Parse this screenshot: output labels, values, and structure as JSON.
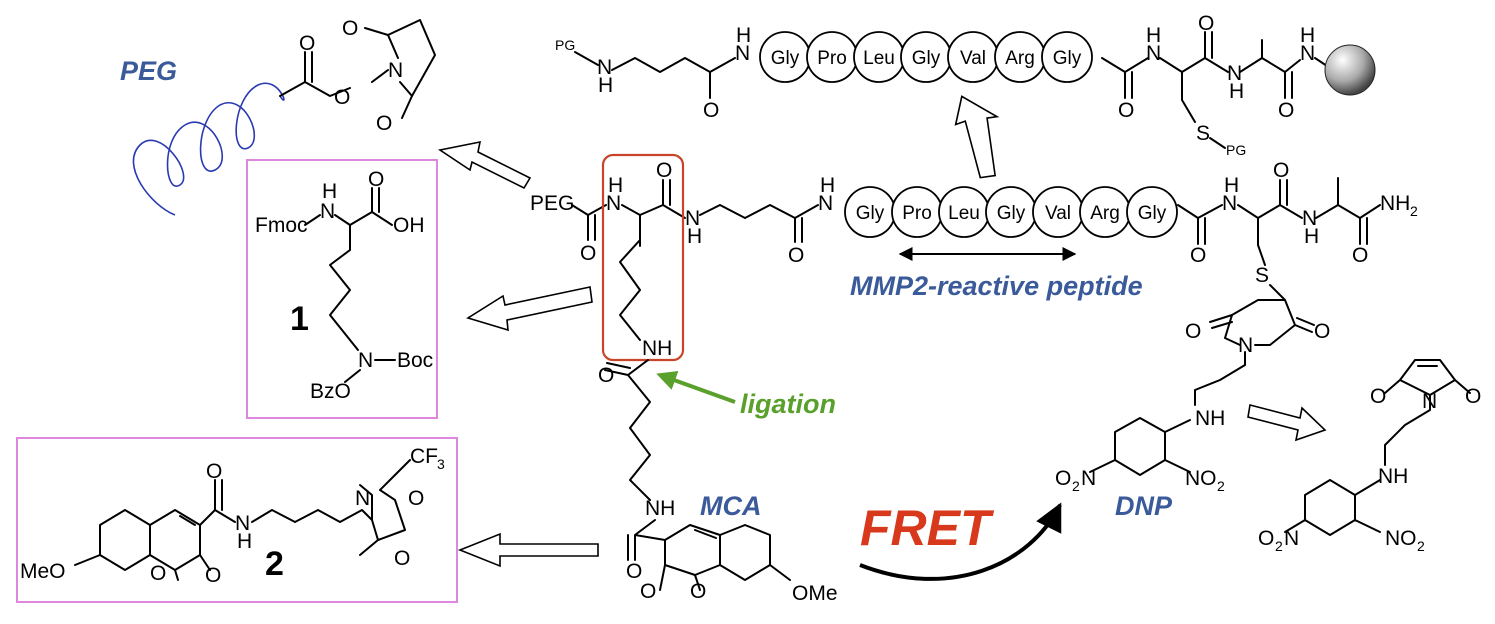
{
  "labels": {
    "peg": "PEG",
    "mmp2": "MMP2-reactive peptide",
    "ligation": "ligation",
    "mca": "MCA",
    "fret": "FRET",
    "dnp": "DNP",
    "compound1": "1",
    "compound2": "2"
  },
  "residues_top": [
    "Gly",
    "Pro",
    "Leu",
    "Gly",
    "Val",
    "Arg",
    "Gly"
  ],
  "residues_mid": [
    "Gly",
    "Pro",
    "Leu",
    "Gly",
    "Val",
    "Arg",
    "Gly"
  ],
  "atoms": {
    "pg": "PG",
    "h": "H",
    "n": "N",
    "o": "O",
    "s": "S",
    "peg": "PEG",
    "nh": "NH",
    "nh2": "NH",
    "nh2_sub": "2",
    "fmoc": "Fmoc",
    "oh": "OH",
    "boc": "Boc",
    "bzo": "BzO",
    "meo": "MeO",
    "ome": "OMe",
    "cf3": "CF",
    "cf3_sub": "3",
    "o2n": "O",
    "no2": "NO",
    "sub2": "2"
  },
  "colors": {
    "peg_label": "#3a5a9a",
    "mmp2_label": "#3a5a9a",
    "mca_label": "#3a5a9a",
    "dnp_label": "#3a5a9a",
    "ligation_label": "#5aa02c",
    "fret_label": "#d8381c",
    "lysine_box": "#c8442a",
    "compound_box": "#dd88dd",
    "peg_coil": "#2a3ab0"
  }
}
